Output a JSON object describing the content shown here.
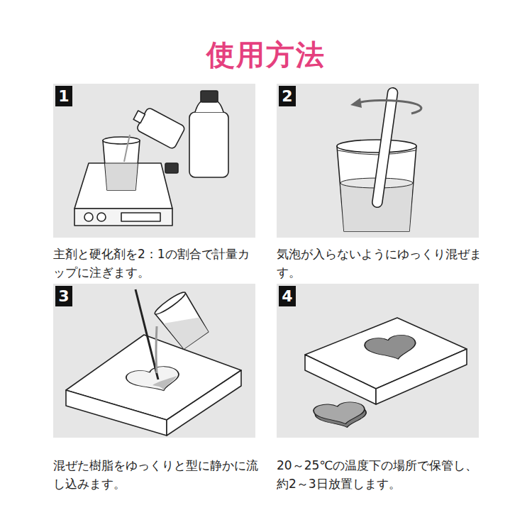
{
  "diagram": {
    "title": "使用方法",
    "nodes": [
      {
        "text": [
          "主剤と硬化剤を2：1の割合で計量カップに注ぎます。"
        ]
      },
      {
        "text": [
          "1"
        ],
        "in": 0
      },
      {
        "text": [
          "気泡が入らないようにゆっくり混ぜます。"
        ]
      },
      {
        "text": [
          "2"
        ],
        "in": 2
      },
      {
        "text": [
          "混ぜた樹脂をゆっくりと型に静かに流し込みます。"
        ]
      },
      {
        "text": [
          "3"
        ],
        "in": 4
      },
      {
        "text": [
          "20～25℃の温度下の場所で保管し、約2～3日放置します。"
        ]
      },
      {
        "text": [
          "4"
        ],
        "in": 6
      }
    ]
  }
}
